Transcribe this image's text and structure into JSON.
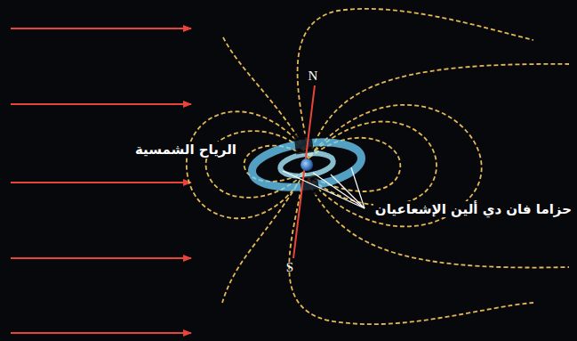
{
  "diagram": {
    "labels": [
      "الرياح الشمسية",
      "N",
      "S",
      "حزاما فان دي ألين الإشعاعيان"
    ]
  }
}
